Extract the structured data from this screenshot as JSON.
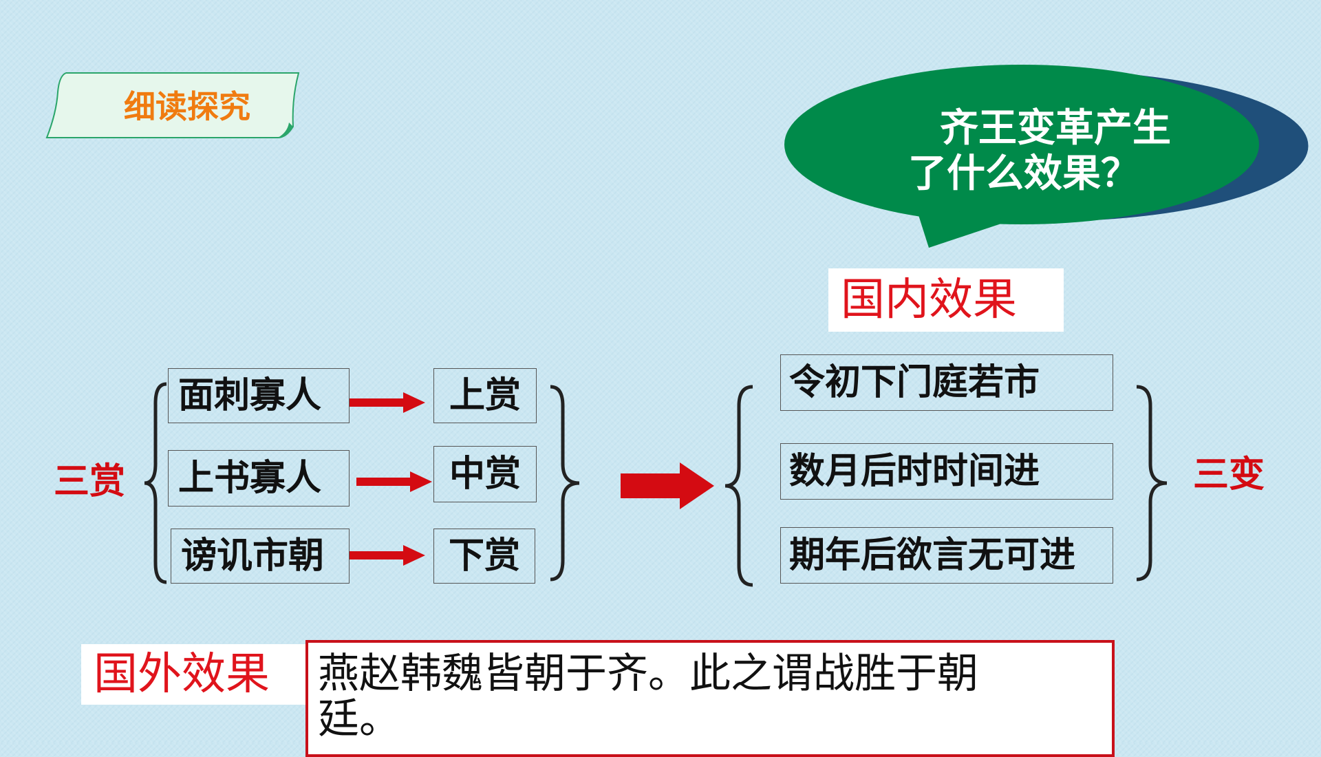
{
  "section_tab": {
    "label": "细读探究"
  },
  "bubble": {
    "line1": "齐王变革产生",
    "line2": "了什么效果？"
  },
  "domestic_label": "国内效果",
  "left_side_label": "三赏",
  "right_side_label": "三变",
  "actions": [
    {
      "text": "面刺寡人",
      "reward": "上赏"
    },
    {
      "text": "上书寡人",
      "reward": "中赏"
    },
    {
      "text": "谤讥市朝",
      "reward": "下赏"
    }
  ],
  "results": [
    "令初下门庭若市",
    "数月后时时间进",
    "期年后欲言无可进"
  ],
  "foreign": {
    "label": "国外效果",
    "text_line1": "燕赵韩魏皆朝于齐。此之谓战胜于朝",
    "text_line2": "廷。"
  },
  "colors": {
    "red": "#d40b12",
    "green": "#008a4a",
    "orange": "#f07b10"
  }
}
